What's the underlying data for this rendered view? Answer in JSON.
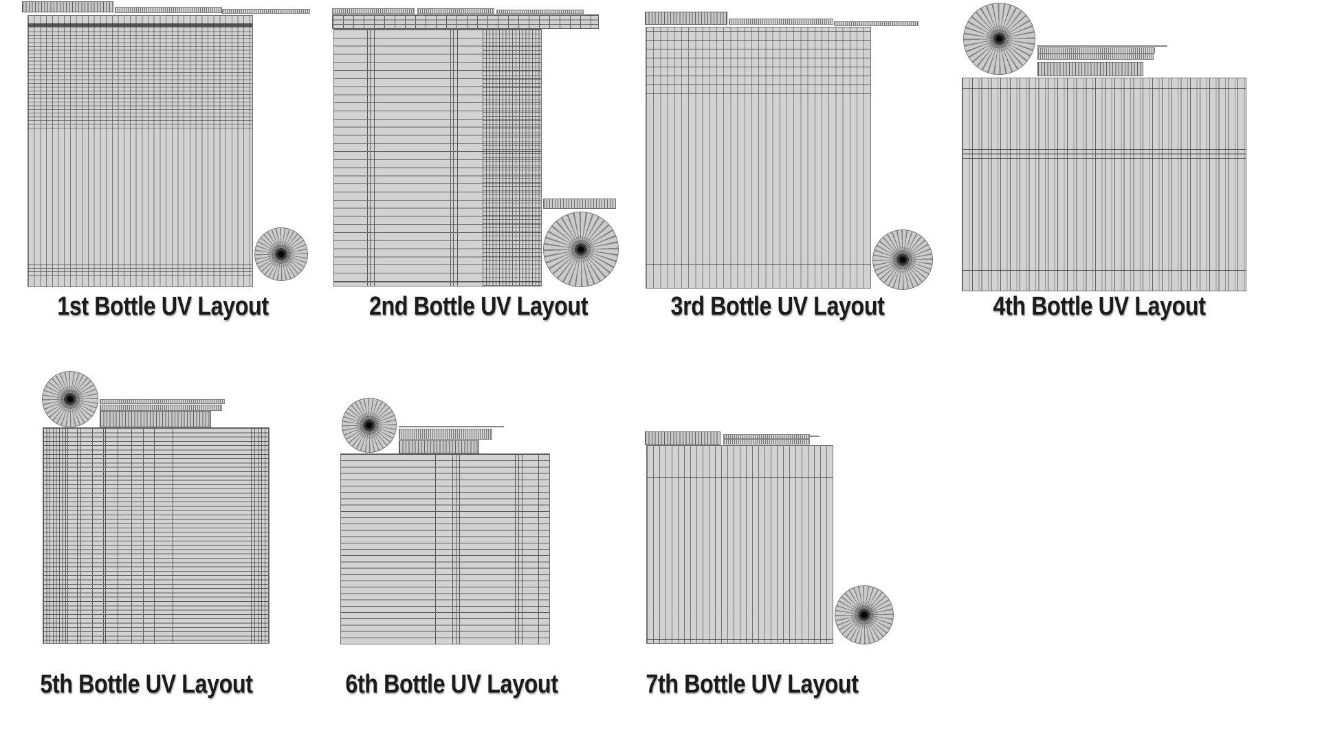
{
  "sheet": {
    "description_labels": {
      "figure1": "1st Bottle UV Layout",
      "figure2": "2nd Bottle UV Layout",
      "figure3": "3rd Bottle UV Layout",
      "figure4": "4th Bottle UV Layout",
      "figure5": "5th Bottle UV Layout",
      "figure6": "6th Bottle UV Layout",
      "figure7": "7th Bottle UV Layout"
    }
  },
  "layouts": [
    {
      "label": "1st Bottle UV Layout"
    },
    {
      "label": "2nd Bottle UV Layout"
    },
    {
      "label": "3rd Bottle UV Layout"
    },
    {
      "label": "4th Bottle UV Layout"
    },
    {
      "label": "5th Bottle UV Layout"
    },
    {
      "label": "6th Bottle UV Layout"
    },
    {
      "label": "7th Bottle UV Layout"
    }
  ],
  "colors": {
    "background": "#ffffff",
    "mesh_fill": "#d2d2d2",
    "mesh_line_dark": "#5a5a5a",
    "mesh_line_mid": "#7a7a7a",
    "mesh_border": "#6f6f6f",
    "label_text": "#1b1b1b"
  }
}
